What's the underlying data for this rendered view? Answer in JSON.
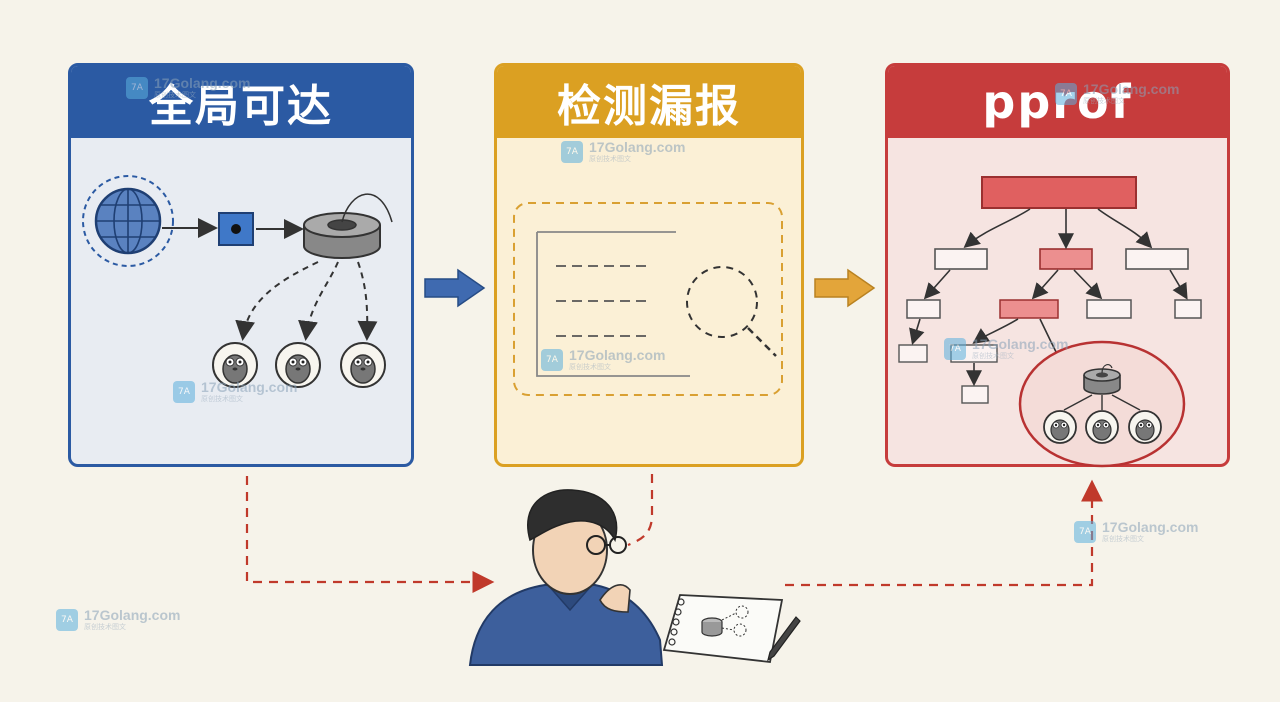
{
  "panels": [
    {
      "title": "全局可达",
      "color": "#2b5aa3"
    },
    {
      "title": "检测漏报",
      "color": "#dba022"
    },
    {
      "title": "pprof",
      "color": "#c63c3c"
    }
  ],
  "watermark": {
    "site": "17Golang.com",
    "tagline": "原创技术图文",
    "logo": "7A"
  },
  "icons": [
    "globe-icon",
    "channel-node-icon",
    "spool-icon",
    "gopher-icon",
    "magnifier-icon",
    "person-icon",
    "notebook-icon",
    "pen-icon",
    "call-tree-icon"
  ],
  "colors": {
    "blue": "#2b5aa3",
    "yellow": "#dba022",
    "red": "#c63c3c",
    "background": "#f6f3ea"
  }
}
